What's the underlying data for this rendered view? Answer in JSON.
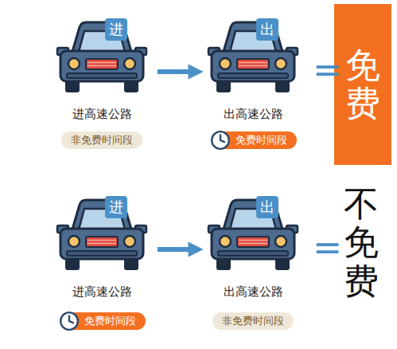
{
  "diagram": {
    "nodes": [
      {
        "text": [
          "进",
          "进高速公路"
        ]
      },
      {
        "text": [
          "非免费时间段"
        ]
      },
      {
        "text": [
          "出",
          "出高速公路"
        ]
      },
      {
        "text": [
          "免费时间段"
        ]
      },
      {
        "text": [
          "免费"
        ]
      },
      {
        "text": [
          "进",
          "进高速公路"
        ]
      },
      {
        "text": [
          "免费时间段"
        ]
      },
      {
        "text": [
          "出",
          "出高速公路"
        ]
      },
      {
        "text": [
          "非免费时间段"
        ]
      }
    ],
    "edges": [
      {
        "from": 0,
        "to": 2,
        "arrow": "to"
      },
      {
        "from": 5,
        "to": 7,
        "arrow": "to"
      }
    ],
    "labels": [
      "=",
      "=",
      "不免费"
    ]
  }
}
